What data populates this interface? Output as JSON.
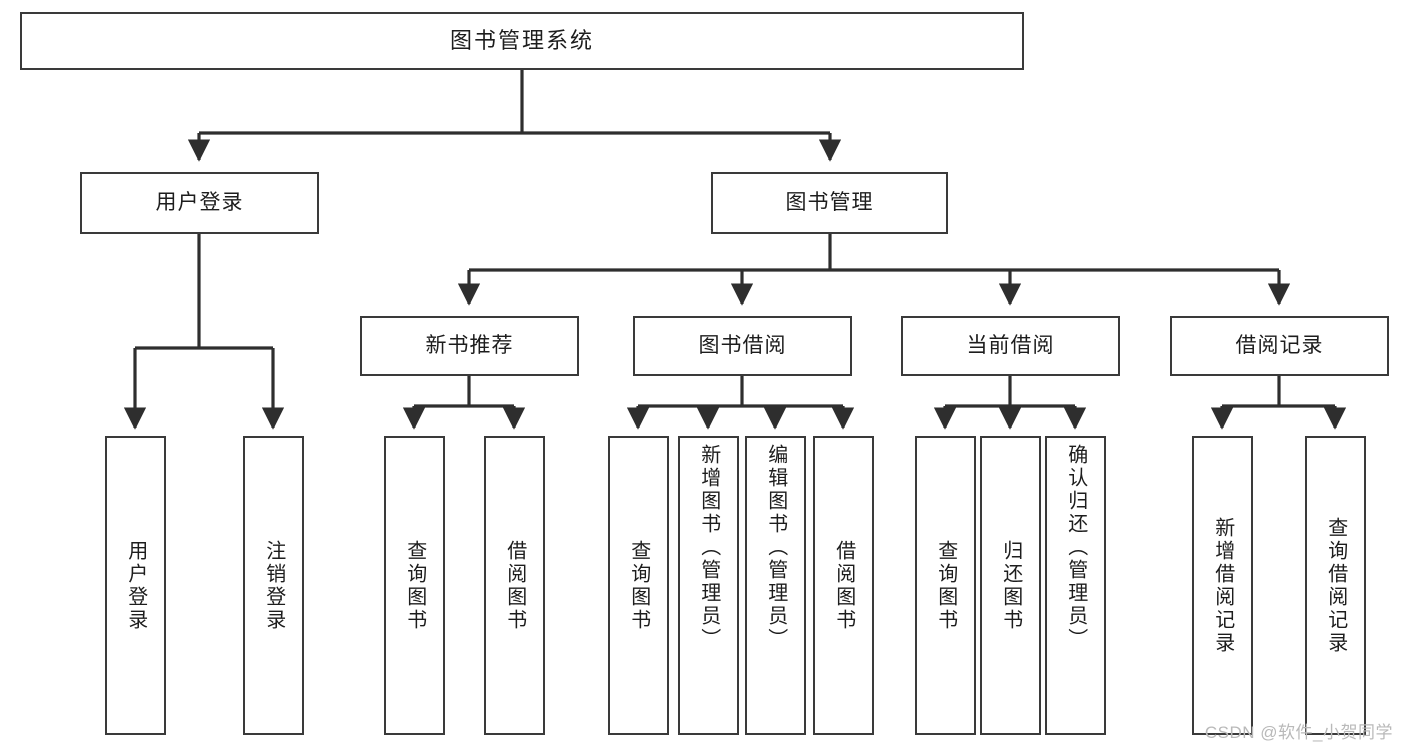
{
  "diagram": {
    "type": "tree-hierarchy-flowchart",
    "title": "图书管理系统",
    "background_color": "#ffffff",
    "node_border_color": "#3a3a3a",
    "node_fill_color": "#ffffff",
    "connector_color": "#2e2e2e",
    "root": {
      "label": "图书管理系统"
    },
    "level2": [
      {
        "id": "user-login",
        "label": "用户登录"
      },
      {
        "id": "book-manage",
        "label": "图书管理"
      }
    ],
    "level3": [
      {
        "id": "new-book-recommend",
        "label": "新书推荐",
        "parent": "book-manage"
      },
      {
        "id": "book-borrow",
        "label": "图书借阅",
        "parent": "book-manage"
      },
      {
        "id": "current-borrow",
        "label": "当前借阅",
        "parent": "book-manage"
      },
      {
        "id": "borrow-record",
        "label": "借阅记录",
        "parent": "book-manage"
      }
    ],
    "leaves": {
      "user_login": [
        {
          "id": "leaf-user-login",
          "label": "用户登录"
        },
        {
          "id": "leaf-user-logout",
          "label": "注销登录"
        }
      ],
      "new_book_recommend": [
        {
          "id": "leaf-query-book-1",
          "label": "查询图书"
        },
        {
          "id": "leaf-borrow-book-1",
          "label": "借阅图书"
        }
      ],
      "book_borrow": [
        {
          "id": "leaf-query-book-2",
          "label": "查询图书"
        },
        {
          "id": "leaf-add-book",
          "label": "新增图书（管理员）"
        },
        {
          "id": "leaf-edit-book",
          "label": "编辑图书（管理员）"
        },
        {
          "id": "leaf-borrow-book-2",
          "label": "借阅图书"
        }
      ],
      "current_borrow": [
        {
          "id": "leaf-query-book-3",
          "label": "查询图书"
        },
        {
          "id": "leaf-return-book",
          "label": "归还图书"
        },
        {
          "id": "leaf-confirm-return",
          "label": "确认归还（管理员）"
        }
      ],
      "borrow_record": [
        {
          "id": "leaf-add-record",
          "label": "新增借阅记录"
        },
        {
          "id": "leaf-query-record",
          "label": "查询借阅记录"
        }
      ]
    }
  },
  "watermark": {
    "text": "CSDN @软件_小贺同学"
  }
}
